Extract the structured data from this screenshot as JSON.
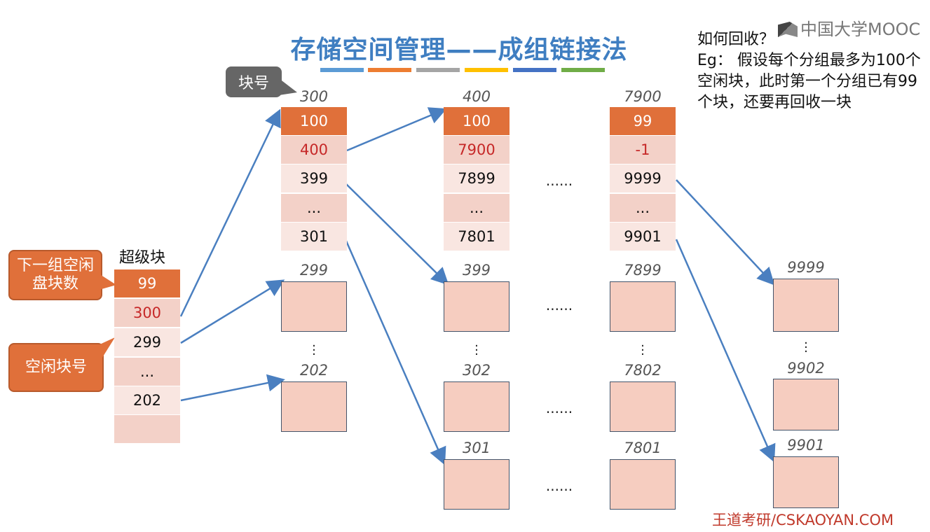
{
  "title": "存储空间管理——成组链接法",
  "title_bar_colors": [
    "#5b9bd5",
    "#ed7d31",
    "#a5a5a5",
    "#ffc000",
    "#4472c4",
    "#70ad47"
  ],
  "logo": "中国大学MOOC",
  "question": {
    "line1": "如何回收？",
    "line2": "Eg： 假设每个分组最多为100个空闲块，此时第一个分组已有99个块，还要再回收一块"
  },
  "footer": "王道考研/CSKAOYAN.COM",
  "callouts": {
    "block_number": "块号",
    "next_group_count": "下一组空闲盘块数",
    "free_block_number": "空闲块号"
  },
  "superblock": {
    "label": "超级块",
    "cells": [
      "99",
      "300",
      "299",
      "...",
      "202",
      ""
    ]
  },
  "group_columns": [
    {
      "label": "300",
      "cells": [
        "100",
        "400",
        "399",
        "...",
        "301"
      ]
    },
    {
      "label": "400",
      "cells": [
        "100",
        "7900",
        "7899",
        "...",
        "7801"
      ]
    },
    {
      "label": "7900",
      "cells": [
        "99",
        "-1",
        "9999",
        "...",
        "9901"
      ]
    }
  ],
  "between_dots": "......",
  "vertical_dots": "⋮",
  "blocks": {
    "col1": [
      "299",
      "202"
    ],
    "col2": [
      "399",
      "302",
      "301"
    ],
    "col3": [
      "7899",
      "7802",
      "7801"
    ],
    "col4": [
      "9999",
      "9902",
      "9901"
    ]
  }
}
